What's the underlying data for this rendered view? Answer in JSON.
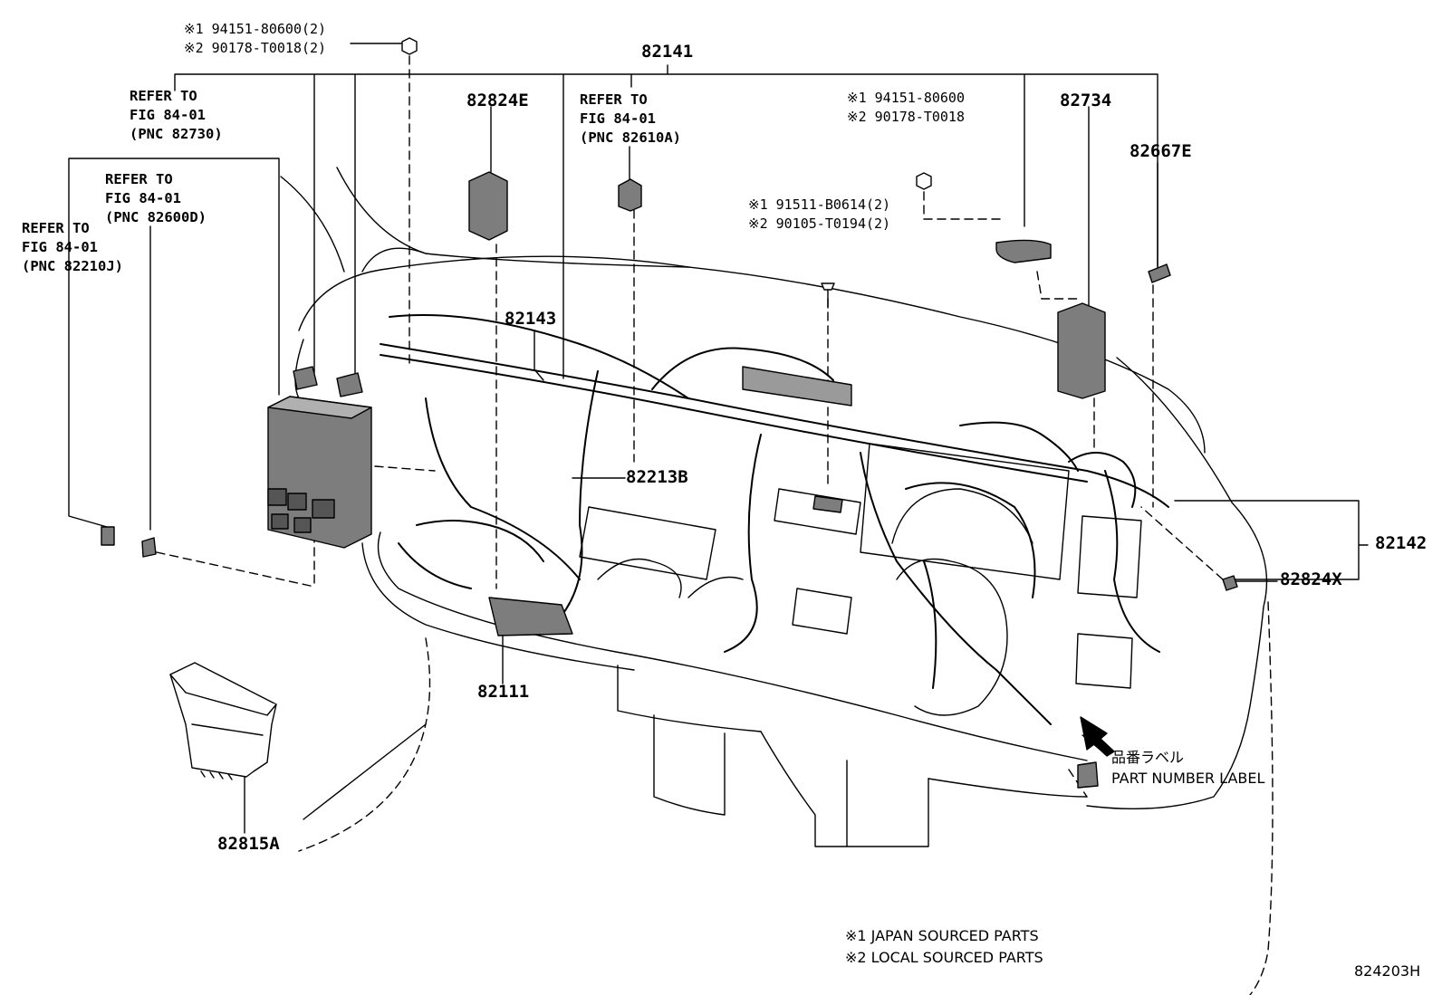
{
  "parts": {
    "p82141": "82141",
    "p82824E": "82824E",
    "p82734": "82734",
    "p82667E": "82667E",
    "p82143": "82143",
    "p82213B": "82213B",
    "p82142": "82142",
    "p82824X": "82824X",
    "p82111": "82111",
    "p82815A": "82815A"
  },
  "callouts": {
    "spec_top_left": [
      "※1 94151-80600(2)",
      "※2 90178-T0018(2)"
    ],
    "spec_top_right": [
      "※1 94151-80600",
      "※2 90178-T0018"
    ],
    "spec_center": [
      "※1 91511-B0614(2)",
      "※2 90105-T0194(2)"
    ]
  },
  "refer_notes": {
    "n82730": [
      "REFER TO",
      "FIG 84-01",
      "(PNC 82730)"
    ],
    "n82610A": [
      "REFER TO",
      "FIG 84-01",
      "(PNC 82610A)"
    ],
    "n82600D": [
      "REFER TO",
      "FIG 84-01",
      "(PNC 82600D)"
    ],
    "n82210J": [
      "REFER TO",
      "FIG 84-01",
      "(PNC 82210J)"
    ]
  },
  "label_note": {
    "jp": "品番ラベル",
    "en": "PART NUMBER LABEL"
  },
  "legend": [
    "※1 JAPAN SOURCED PARTS",
    "※2 LOCAL SOURCED PARTS"
  ],
  "figure_code": "824203H"
}
